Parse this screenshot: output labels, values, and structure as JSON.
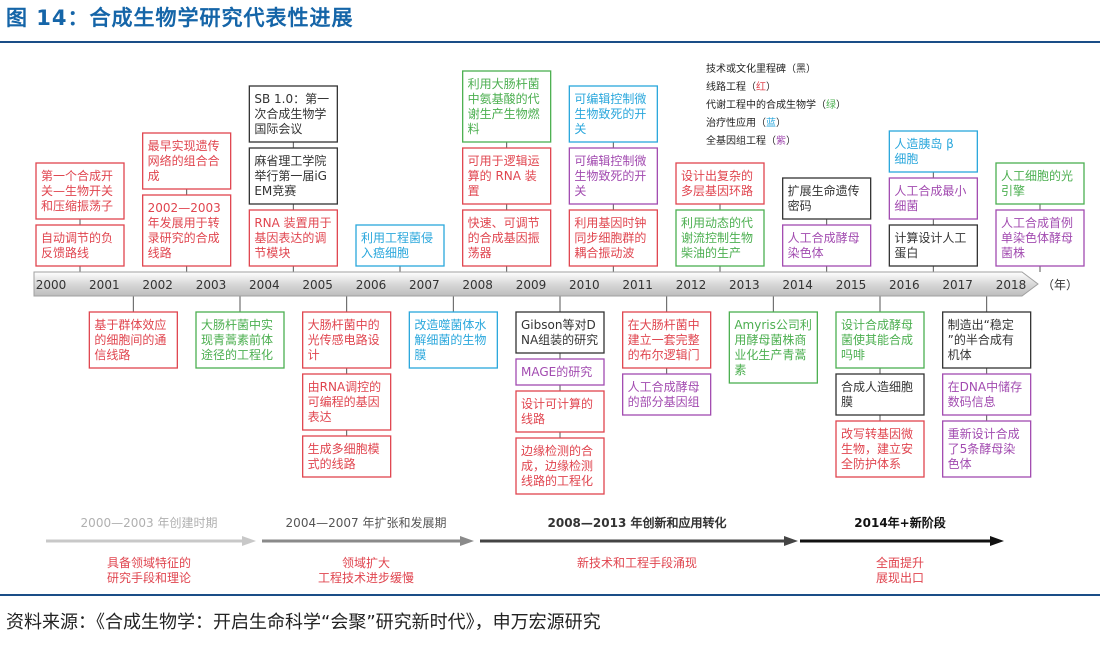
{
  "title": "图 14：合成生物学研究代表性进展",
  "source": "资料来源：《合成生物学：开启生命科学“会聚”研究新时代》，申万宏源研究",
  "legend": [
    {
      "text": "技术或文化里程碑（黑）",
      "category": "black"
    },
    {
      "text": "线路工程（红）",
      "category": "red"
    },
    {
      "text": "代谢工程中的合成生物学（绿）",
      "category": "green"
    },
    {
      "text": "治疗性应用（蓝）",
      "category": "blue"
    },
    {
      "text": "全基因组工程（紫）",
      "category": "purple"
    }
  ],
  "category_colors": {
    "black": "#333333",
    "red": "#e0454f",
    "green": "#4caf50",
    "blue": "#2aa7dc",
    "purple": "#a24bb0"
  },
  "years": [
    "2000",
    "2001",
    "2002",
    "2003",
    "2004",
    "2005",
    "2006",
    "2007",
    "2008",
    "2009",
    "2010",
    "2011",
    "2012",
    "2013",
    "2014",
    "2015",
    "2016",
    "2017",
    "2018"
  ],
  "year_unit": "（年）",
  "events_above": [
    {
      "year": "2000",
      "category": "red",
      "text": "第一个合成开关—生物开关和压缩振荡子"
    },
    {
      "year": "2000",
      "category": "red",
      "text": "自动调节的负反馈路线"
    },
    {
      "year": "2002",
      "category": "red",
      "text": "最早实现遗传网络的组合合成"
    },
    {
      "year": "2002",
      "category": "red",
      "text": "2002—2003年发展用于转录研究的合成线路"
    },
    {
      "year": "2004",
      "category": "black",
      "text": "SB 1.0：第一次合成生物学国际会议"
    },
    {
      "year": "2004",
      "category": "black",
      "text": "麻省理工学院举行第一届iGEM竞赛"
    },
    {
      "year": "2004",
      "category": "red",
      "text": "RNA 装置用于基因表达的调节模块"
    },
    {
      "year": "2006",
      "category": "blue",
      "text": "利用工程菌侵入癌细胞"
    },
    {
      "year": "2008",
      "category": "green",
      "text": "利用大肠杆菌中氨基酸的代谢生产生物燃料"
    },
    {
      "year": "2008",
      "category": "red",
      "text": "可用于逻辑运算的 RNA 装置"
    },
    {
      "year": "2008",
      "category": "red",
      "text": "快速、可调节的合成基因振荡器"
    },
    {
      "year": "2010",
      "category": "blue",
      "text": "可编辑控制微生物致死的开关"
    },
    {
      "year": "2010",
      "category": "purple",
      "text": "可编辑控制微生物致死的开关"
    },
    {
      "year": "2010",
      "category": "red",
      "text": "利用基因时钟同步细胞群的耦合振动波"
    },
    {
      "year": "2012",
      "category": "red",
      "text": "设计出复杂的多层基因环路"
    },
    {
      "year": "2012",
      "category": "green",
      "text": "利用动态的代谢流控制生物柴油的生产"
    },
    {
      "year": "2014",
      "category": "black",
      "text": "扩展生命遗传密码"
    },
    {
      "year": "2014",
      "category": "purple",
      "text": "人工合成酵母染色体"
    },
    {
      "year": "2016",
      "category": "blue",
      "text": "人造胰岛 β 细胞"
    },
    {
      "year": "2016",
      "category": "purple",
      "text": "人工合成最小细菌"
    },
    {
      "year": "2016",
      "category": "black",
      "text": "计算设计人工蛋白"
    },
    {
      "year": "2018",
      "category": "green",
      "text": "人工细胞的光引擎"
    },
    {
      "year": "2018",
      "category": "purple",
      "text": "人工合成首例单染色体酵母菌株"
    }
  ],
  "events_below": [
    {
      "year": "2001",
      "category": "red",
      "text": "基于群体效应的细胞间的通信线路"
    },
    {
      "year": "2003",
      "category": "green",
      "text": "大肠杆菌中实现青蒿素前体途径的工程化"
    },
    {
      "year": "2005",
      "category": "red",
      "text": "大肠杆菌中的光传感电路设计"
    },
    {
      "year": "2005",
      "category": "red",
      "text": "由RNA调控的可编程的基因表达"
    },
    {
      "year": "2005",
      "category": "red",
      "text": "生成多细胞模式的线路"
    },
    {
      "year": "2007",
      "category": "blue",
      "text": "改造噬菌体水解细菌的生物膜"
    },
    {
      "year": "2009",
      "category": "black",
      "text": "Gibson等对DNA组装的研究"
    },
    {
      "year": "2009",
      "category": "purple",
      "text": "MAGE的研究"
    },
    {
      "year": "2009",
      "category": "red",
      "text": "设计可计算的线路"
    },
    {
      "year": "2009",
      "category": "red",
      "text": "边缘检测的合成，边缘检测线路的工程化"
    },
    {
      "year": "2011",
      "category": "red",
      "text": "在大肠杆菌中建立一套完整的布尔逻辑门"
    },
    {
      "year": "2011",
      "category": "purple",
      "text": "人工合成酵母的部分基因组"
    },
    {
      "year": "2013",
      "category": "green",
      "text": "Amyris公司利用酵母菌株商业化生产青蒿素"
    },
    {
      "year": "2015",
      "category": "green",
      "text": "设计合成酵母菌使其能合成吗啡"
    },
    {
      "year": "2015",
      "category": "black",
      "text": "合成人造细胞膜"
    },
    {
      "year": "2015",
      "category": "red",
      "text": "改写转基因微生物，建立安全防护体系"
    },
    {
      "year": "2017",
      "category": "black",
      "text": "制造出“稳定”的半合成有机体"
    },
    {
      "year": "2017",
      "category": "purple",
      "text": "在DNA中储存数码信息"
    },
    {
      "year": "2017",
      "category": "purple",
      "text": "重新设计合成了5条酵母染色体"
    }
  ],
  "phases": [
    {
      "label": "2000—2003 年创建时期",
      "description": [
        "具备领域特征的",
        "研究手段和理论"
      ],
      "color": "#c8c8c8",
      "text_color": "#b0b0b0",
      "desc_color": "#e0454f"
    },
    {
      "label": "2004—2007 年扩张和发展期",
      "description": [
        "领域扩大",
        "工程技术进步缓慢"
      ],
      "color": "#8a8a8a",
      "text_color": "#555555",
      "desc_color": "#e0454f"
    },
    {
      "label": "2008—2013 年创新和应用转化",
      "description": [
        "新技术和工程手段涌现"
      ],
      "color": "#444444",
      "text_color": "#333333",
      "desc_color": "#e0454f"
    },
    {
      "label": "2014年+新阶段",
      "description": [
        "全面提升",
        "展现出口"
      ],
      "color": "#111111",
      "text_color": "#111111",
      "desc_color": "#e0454f"
    }
  ]
}
